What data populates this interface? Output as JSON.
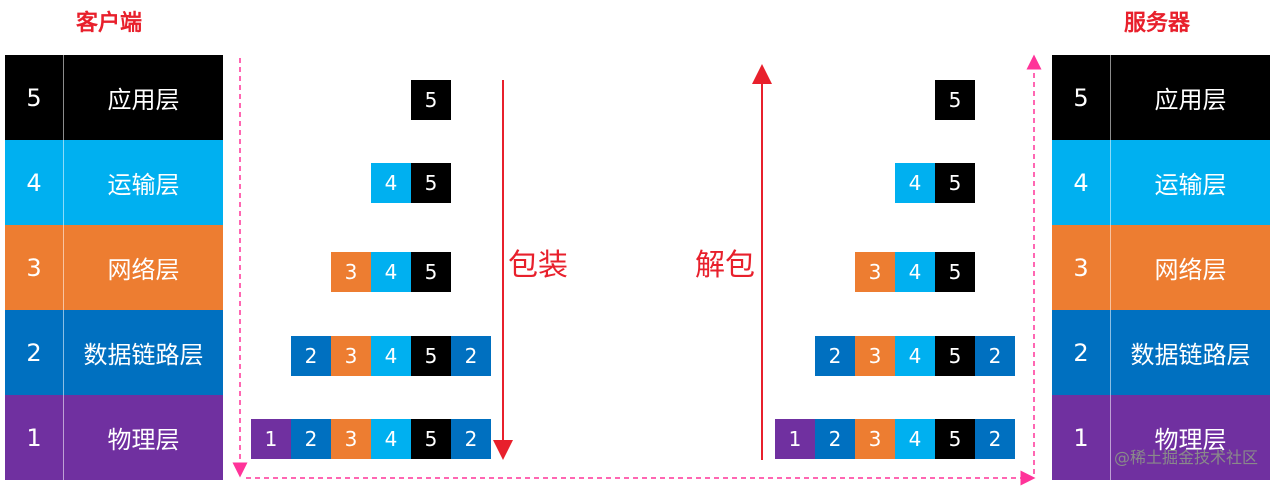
{
  "client": {
    "title": "客户端"
  },
  "server": {
    "title": "服务器"
  },
  "layers": [
    {
      "num": "5",
      "name": "应用层",
      "color": "#000000"
    },
    {
      "num": "4",
      "name": "运输层",
      "color": "#00b0f0"
    },
    {
      "num": "3",
      "name": "网络层",
      "color": "#ed7d31"
    },
    {
      "num": "2",
      "name": "数据链路层",
      "color": "#0070c0"
    },
    {
      "num": "1",
      "name": "物理层",
      "color": "#7030a0"
    }
  ],
  "packets": [
    [
      "5"
    ],
    [
      "4",
      "5"
    ],
    [
      "3",
      "4",
      "5"
    ],
    [
      "2",
      "3",
      "4",
      "5",
      "2"
    ],
    [
      "1",
      "2",
      "3",
      "4",
      "5",
      "2"
    ]
  ],
  "cell_colors": {
    "5": "#000000",
    "4": "#00b0f0",
    "3": "#ed7d31",
    "2": "#0070c0",
    "1": "#7030a0"
  },
  "arrows": {
    "encapsulate_label": "包装",
    "decapsulate_label": "解包",
    "color": "#e8202c",
    "dashed_color": "#ff3399"
  },
  "watermark": "@稀土掘金技术社区"
}
